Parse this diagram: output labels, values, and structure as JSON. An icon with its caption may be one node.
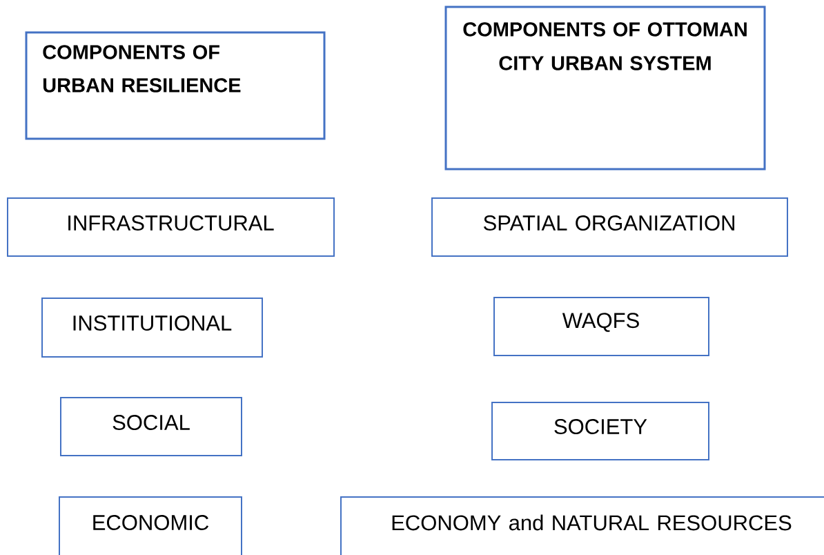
{
  "diagram": {
    "nodes": [
      {
        "text": [
          "COMPONENTS OF URBAN RESILIENCE"
        ]
      },
      {
        "text": [
          "COMPONENTS OF OTTOMAN CITY URBAN SYSTEM"
        ]
      },
      {
        "text": [
          "INFRASTRUCTURAL"
        ]
      },
      {
        "text": [
          "SPATIAL ORGANIZATION"
        ]
      },
      {
        "text": [
          "INSTITUTIONAL"
        ]
      },
      {
        "text": [
          "WAQFS"
        ]
      },
      {
        "text": [
          "SOCIAL"
        ]
      },
      {
        "text": [
          "SOCIETY"
        ]
      },
      {
        "text": [
          "ECONOMIC"
        ]
      },
      {
        "text": [
          "ECONOMY and NATURAL RESOURCES"
        ]
      }
    ]
  }
}
